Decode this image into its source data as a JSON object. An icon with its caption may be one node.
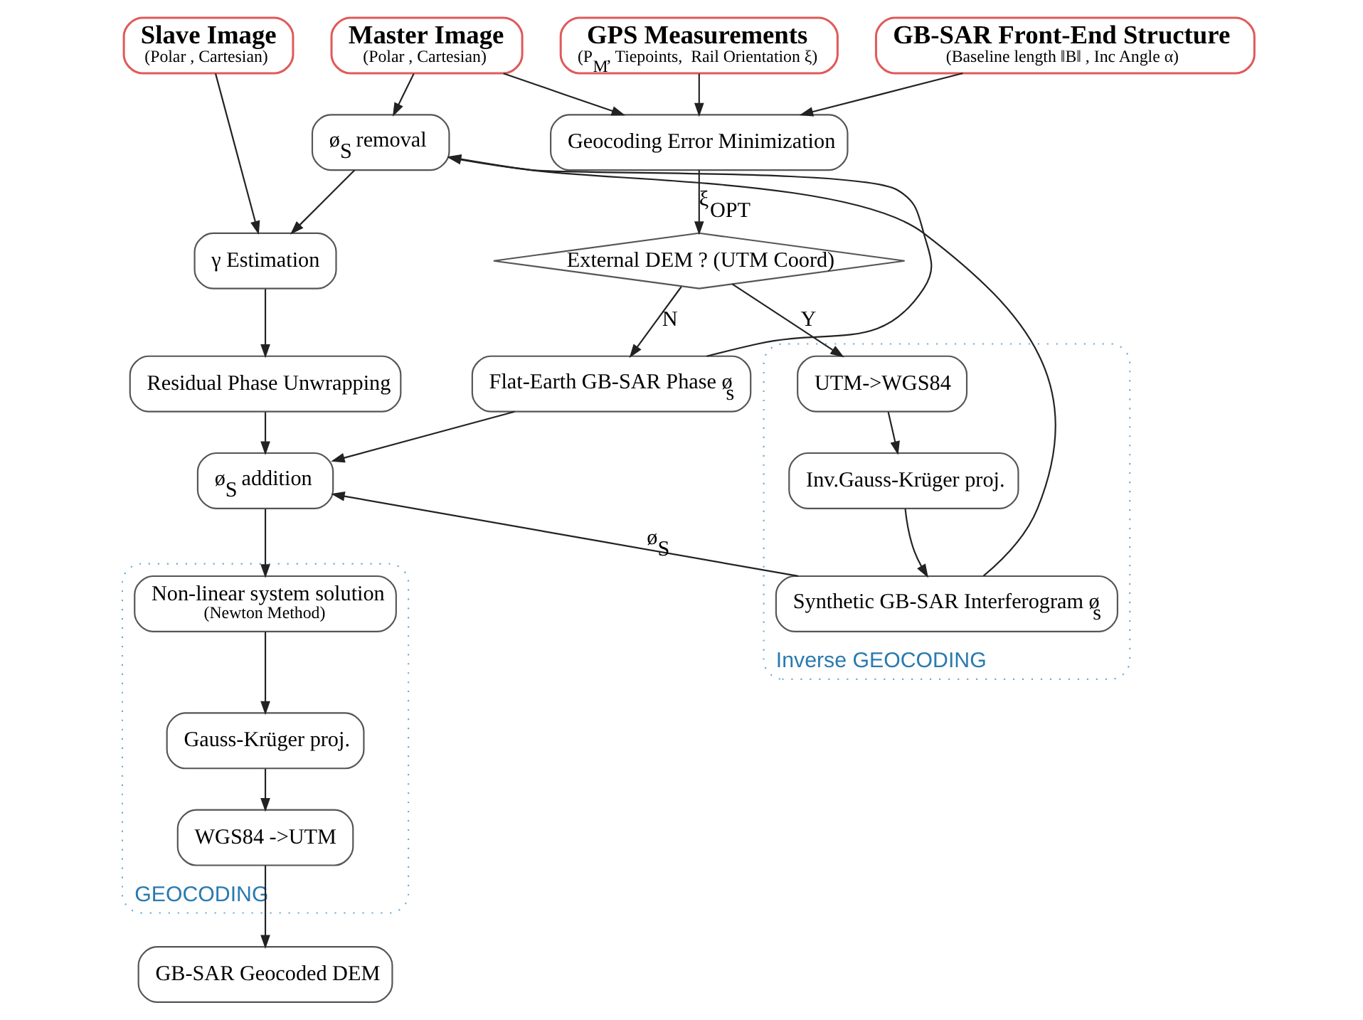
{
  "diagram": {
    "nodes": [
      {
        "text": [
          "Slave Image",
          "(Polar , Cartesian)"
        ]
      },
      {
        "text": [
          "Master Image",
          "(Polar , Cartesian)"
        ]
      },
      {
        "text": [
          "GPS Measurements",
          "(P$_{M}$, Tiepoints,  Rail Orientation ξ)"
        ]
      },
      {
        "text": [
          "GB-SAR Front-End Structure",
          "(Baseline length ‖B‖ , Inc Angle α)"
        ]
      },
      {
        "text": [
          "Geocoding Error Minimization"
        ]
      },
      {
        "text": [
          "ø$_{S}$  removal"
        ]
      },
      {
        "text": [
          "γ Estimation"
        ]
      },
      {
        "text": [
          "Residual Phase Unwrapping"
        ]
      },
      {
        "text": [
          "ø$_{S}$  addition"
        ]
      },
      {
        "text": [
          "External DEM ? (UTM Coord)"
        ]
      },
      {
        "text": [
          "Inverse GEOCODING"
        ]
      },
      {
        "text": [
          "UTM->WGS84"
        ],
        "in": 10
      },
      {
        "text": [
          "Inv.Gauss-Krüger proj."
        ],
        "in": 10
      },
      {
        "text": [
          "Synthetic GB-SAR Interferogram ø$_{s}$"
        ],
        "in": 10
      },
      {
        "text": [
          "Flat-Earth GB-SAR Phase ø$_{s}$"
        ]
      },
      {
        "text": [
          "GEOCODING"
        ]
      },
      {
        "text": [
          "Non-linear system solution",
          "(Newton Method)"
        ],
        "in": 15
      },
      {
        "text": [
          "Gauss-Krüger proj."
        ],
        "in": 15
      },
      {
        "text": [
          "WGS84 ->UTM"
        ],
        "in": 15
      },
      {
        "text": [
          "GB-SAR Geocoded DEM"
        ]
      }
    ],
    "edges": [
      {
        "from": 0,
        "to": 6,
        "arrow": "to"
      },
      {
        "from": 1,
        "to": 5,
        "arrow": "to"
      },
      {
        "from": 1,
        "to": 4,
        "arrow": "to"
      },
      {
        "from": 2,
        "to": 4,
        "arrow": "to"
      },
      {
        "from": 3,
        "to": 4,
        "arrow": "to"
      },
      {
        "from": 5,
        "to": 6,
        "arrow": "to"
      },
      {
        "from": 6,
        "to": 7,
        "arrow": "to"
      },
      {
        "from": 7,
        "to": 8,
        "arrow": "to"
      },
      {
        "from": 8,
        "to": 16,
        "arrow": "to"
      },
      {
        "from": 16,
        "to": 17,
        "arrow": "to"
      },
      {
        "from": 17,
        "to": 18,
        "arrow": "to"
      },
      {
        "from": 18,
        "to": 19,
        "arrow": "to"
      },
      {
        "from": 4,
        "to": 9,
        "arrow": "to",
        "label": "ξ$_{OPT}$"
      },
      {
        "from": 9,
        "to": 11,
        "arrow": "to",
        "label": "Y"
      },
      {
        "from": 9,
        "to": 14,
        "arrow": "to",
        "label": "N"
      },
      {
        "from": 11,
        "to": 12,
        "arrow": "to"
      },
      {
        "from": 12,
        "to": 13,
        "arrow": "to"
      },
      {
        "from": 13,
        "to": 5,
        "arrow": "to"
      },
      {
        "from": 13,
        "to": 8,
        "arrow": "to",
        "label": "ø$_{S}$"
      },
      {
        "from": 14,
        "to": 5,
        "arrow": "to"
      },
      {
        "from": 14,
        "to": 8,
        "arrow": "to"
      }
    ]
  }
}
